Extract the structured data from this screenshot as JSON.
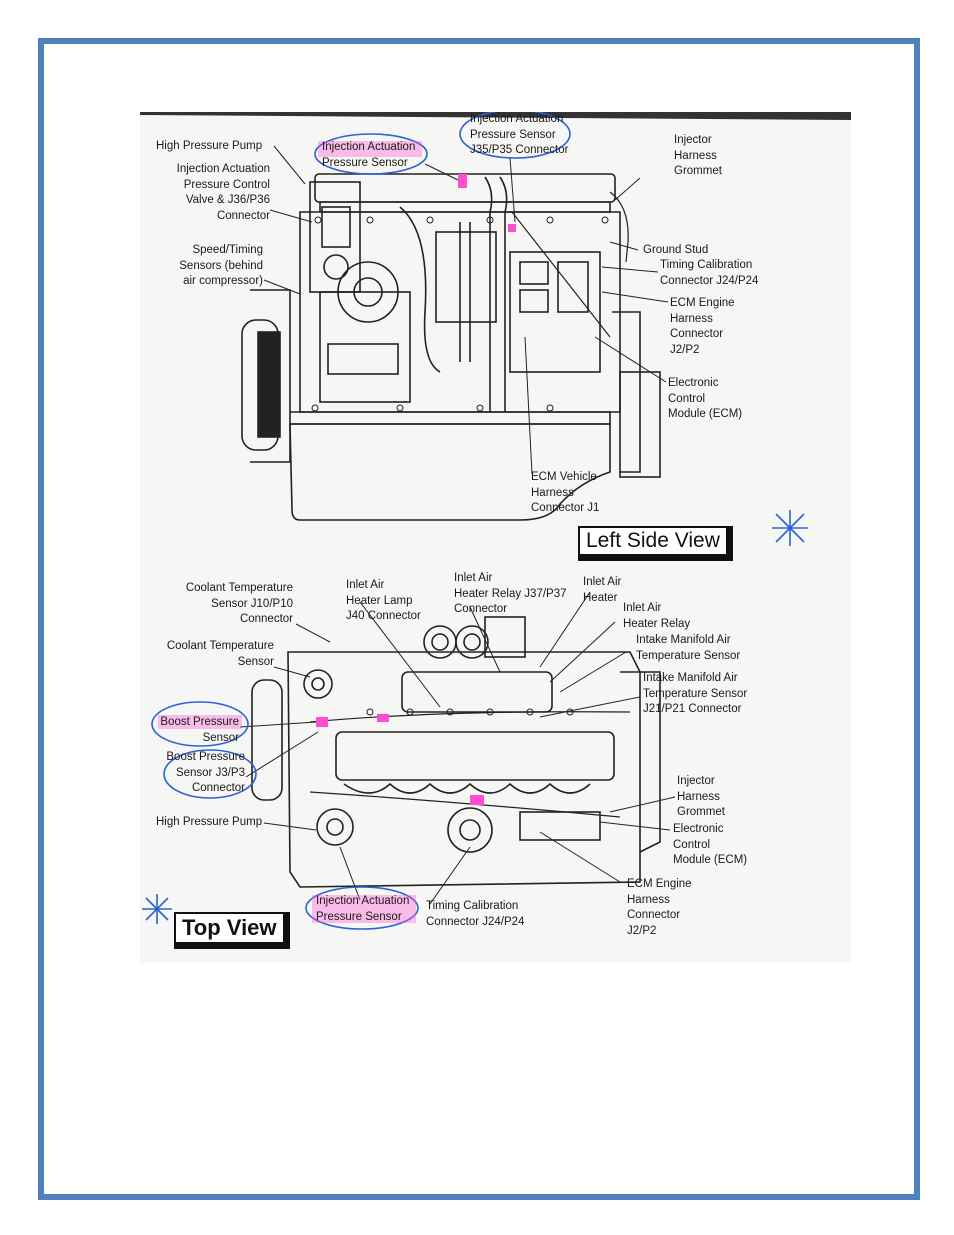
{
  "colors": {
    "frame": "#4f81bd",
    "highlight": "#ff4fd0",
    "circle": "#2c62d6",
    "ink": "#1a1a1a"
  },
  "left_view": {
    "title": "Left Side View",
    "labels": {
      "high_pressure_pump": "High Pressure Pump",
      "iap_control_valve": "Injection Actuation\nPressure Control\nValve & J36/P36\nConnector",
      "speed_timing": "Speed/Timing\nSensors (behind\nair compressor)",
      "iap_sensor": "Injection Actuation\nPressure Sensor",
      "iap_connector": "Injection Actuation\nPressure Sensor\nJ35/P35 Connector",
      "injector_grommet": "Injector\nHarness\nGrommet",
      "ground_stud": "Ground Stud",
      "timing_cal": "Timing Calibration\nConnector J24/P24",
      "ecm_engine_harness": "ECM Engine\nHarness\nConnector\nJ2/P2",
      "ecm": "Electronic\nControl\nModule (ECM)",
      "ecm_vehicle_harness": "ECM Vehicle\nHarness\nConnector J1"
    }
  },
  "top_view": {
    "title": "Top View",
    "labels": {
      "coolant_temp_connector": "Coolant Temperature\nSensor J10/P10\nConnector",
      "coolant_temp_sensor": "Coolant Temperature\nSensor",
      "boost_sensor": "Boost Pressure\nSensor",
      "boost_connector": "Boost Pressure\nSensor J3/P3\nConnector",
      "high_pressure_pump": "High Pressure Pump",
      "iap_sensor": "Injection Actuation\nPressure Sensor",
      "timing_cal": "Timing Calibration\nConnector J24/P24",
      "heater_lamp": "Inlet Air\nHeater Lamp\nJ40 Connector",
      "heater_relay_conn": "Inlet Air\nHeater Relay J37/P37\nConnector",
      "inlet_heater": "Inlet Air\nHeater",
      "inlet_heater_relay": "Inlet Air\nHeater Relay",
      "intake_temp_sensor": "Intake Manifold Air\nTemperature Sensor",
      "intake_temp_connector": "Intake Manifold Air\nTemperature Sensor\nJ21/P21 Connector",
      "injector_grommet": "Injector\nHarness\nGrommet",
      "ecm": "Electronic\nControl\nModule (ECM)",
      "ecm_engine_harness": "ECM Engine\nHarness\nConnector\nJ2/P2"
    }
  }
}
